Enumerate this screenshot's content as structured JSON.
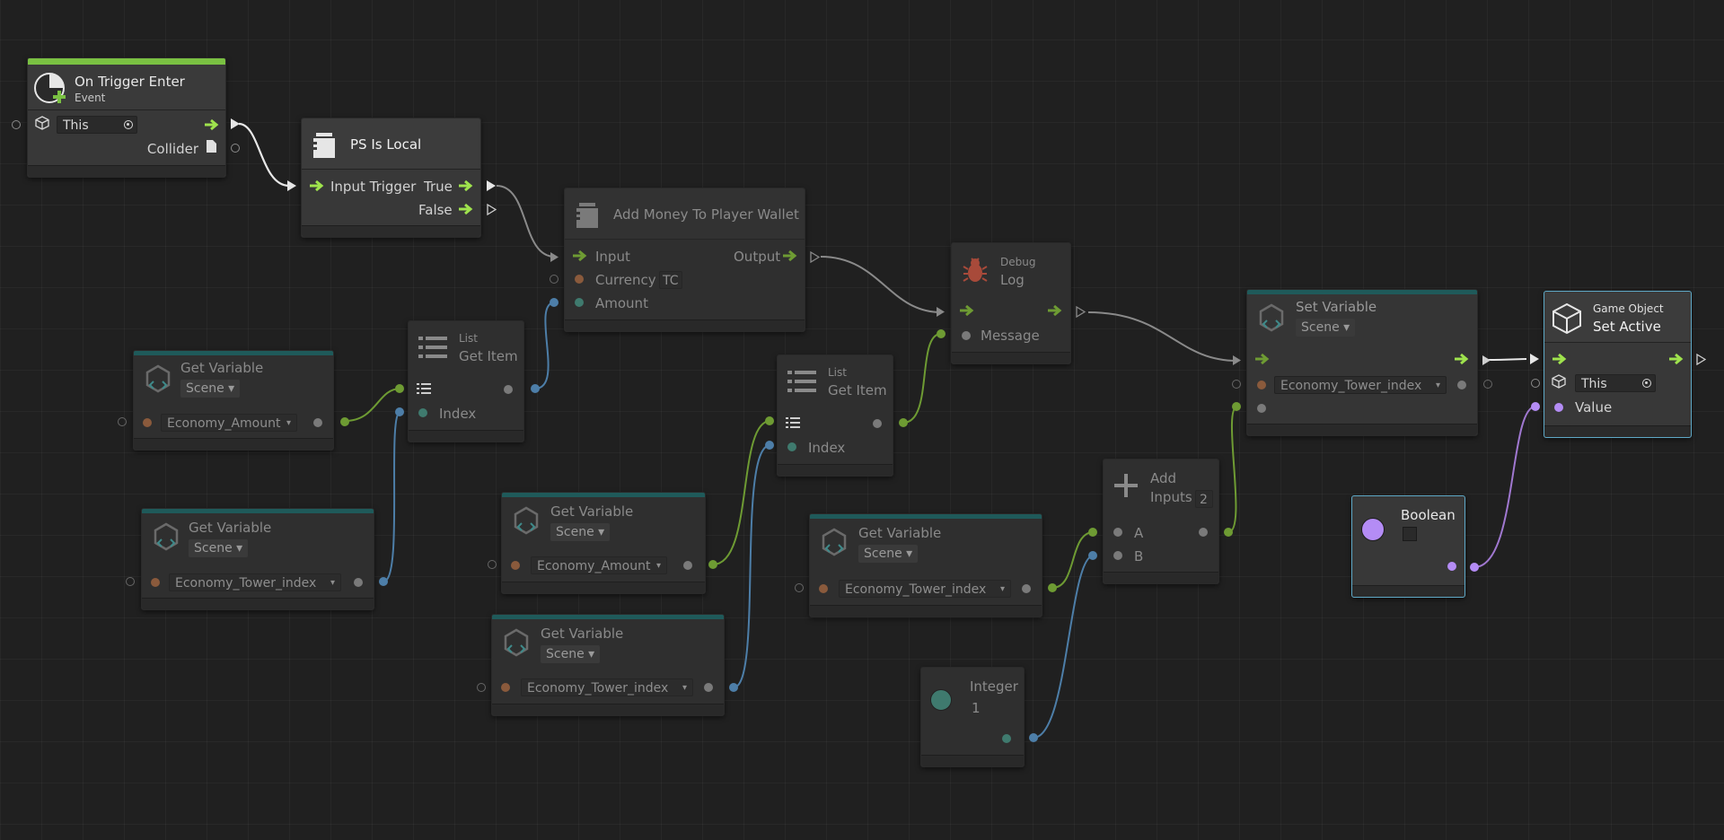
{
  "colors": {
    "flow": "#9fe34d",
    "flow_dim": "#6e9b33",
    "orange": "#c07848",
    "teal": "#4fa08a",
    "blue": "#4d7ea8",
    "green_port": "#7ea832",
    "purple": "#b48cf5",
    "var_bar": "#1f5a5a",
    "event_bar": "#7ac142"
  },
  "nodes": {
    "trigger": {
      "title": "On Trigger Enter",
      "subtitle": "Event",
      "target_value": "This",
      "collider_label": "Collider"
    },
    "ps_local": {
      "title": "PS Is Local",
      "input_label": "Input Trigger",
      "true_label": "True",
      "false_label": "False"
    },
    "add_money": {
      "title": "Add Money To Player Wallet",
      "input_label": "Input",
      "output_label": "Output",
      "currency_label": "Currency",
      "currency_value": "TC",
      "amount_label": "Amount"
    },
    "get_var_1": {
      "title": "Get Variable",
      "scope": "Scene",
      "variable": "Economy_Amount"
    },
    "get_item_1": {
      "category": "List",
      "title": "Get Item",
      "index_label": "Index"
    },
    "get_var_2": {
      "title": "Get Variable",
      "scope": "Scene",
      "variable": "Economy_Tower_index"
    },
    "get_var_3": {
      "title": "Get Variable",
      "scope": "Scene",
      "variable": "Economy_Amount"
    },
    "get_item_2": {
      "category": "List",
      "title": "Get Item",
      "index_label": "Index"
    },
    "get_var_4": {
      "title": "Get Variable",
      "scope": "Scene",
      "variable": "Economy_Tower_index"
    },
    "debug_log": {
      "category": "Debug",
      "title": "Log",
      "message_label": "Message"
    },
    "get_var_5": {
      "title": "Get Variable",
      "scope": "Scene",
      "variable": "Economy_Tower_index"
    },
    "add_inputs": {
      "title": "Add",
      "subtitle": "Inputs",
      "count": "2",
      "a_label": "A",
      "b_label": "B"
    },
    "integer": {
      "title": "Integer",
      "value": "1"
    },
    "set_var": {
      "title": "Set Variable",
      "scope": "Scene",
      "variable": "Economy_Tower_index"
    },
    "boolean": {
      "title": "Boolean"
    },
    "set_active": {
      "category": "Game Object",
      "title": "Set Active",
      "target_value": "This",
      "value_label": "Value"
    }
  }
}
